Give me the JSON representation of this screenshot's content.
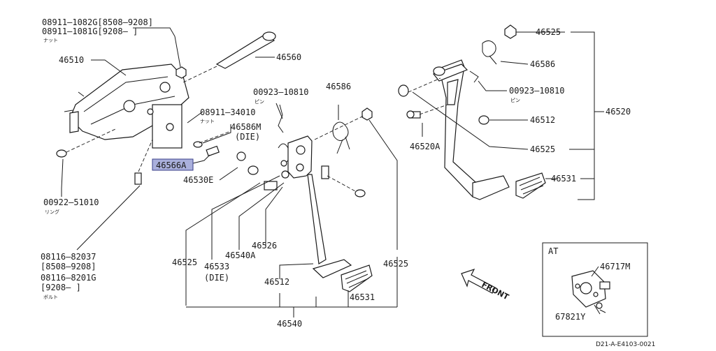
{
  "labels": {
    "l08911_1082g": "08911—1082G[8508—9208]",
    "l08911_1081g": "08911—1081G[9208—    ]",
    "nut_1": "ナット",
    "l46510": "46510",
    "l46560": "46560",
    "l00923_10810_a": "00923—10810",
    "pin_a": "ピン",
    "l46586_a": "46586",
    "l08911_34010": "08911—34010",
    "nut_2": "ナット",
    "l46586m": "46586M",
    "die_a": "(DIE)",
    "l46566a": "46566A",
    "l46530e": "46530E",
    "l00922_51010": "00922—51010",
    "ring": "リング",
    "l08116_82037": "08116—82037",
    "l8508_9208": "[8508—9208]",
    "l08116_8201g": "08116—8201G",
    "l9208": "[9208—    ]",
    "bolt": "ボルト",
    "l46525_left": "46525",
    "l46533": "46533",
    "die_b": "(DIE)",
    "l46540a": "46540A",
    "l46526": "46526",
    "l46512_mid": "46512",
    "l46531_mid": "46531",
    "l46540": "46540",
    "l46525_mid": "46525",
    "l46525_top": "46525",
    "l46586_b": "46586",
    "l00923_10810_b": "00923—10810",
    "pin_b": "ピン",
    "l46512_right": "46512",
    "l46520": "46520",
    "l46520a": "46520A",
    "l46525_right": "46525",
    "l46531_right": "46531",
    "at_title": "AT",
    "l46717m": "46717M",
    "l67821y": "67821Y",
    "front": "FRONT",
    "ref_code": "D21-A-E4103-0021"
  },
  "colors": {
    "ink": "#1a1a1a",
    "highlight_fill": "#aab0dc",
    "highlight_border": "#3a3f8a",
    "background": "#ffffff"
  }
}
